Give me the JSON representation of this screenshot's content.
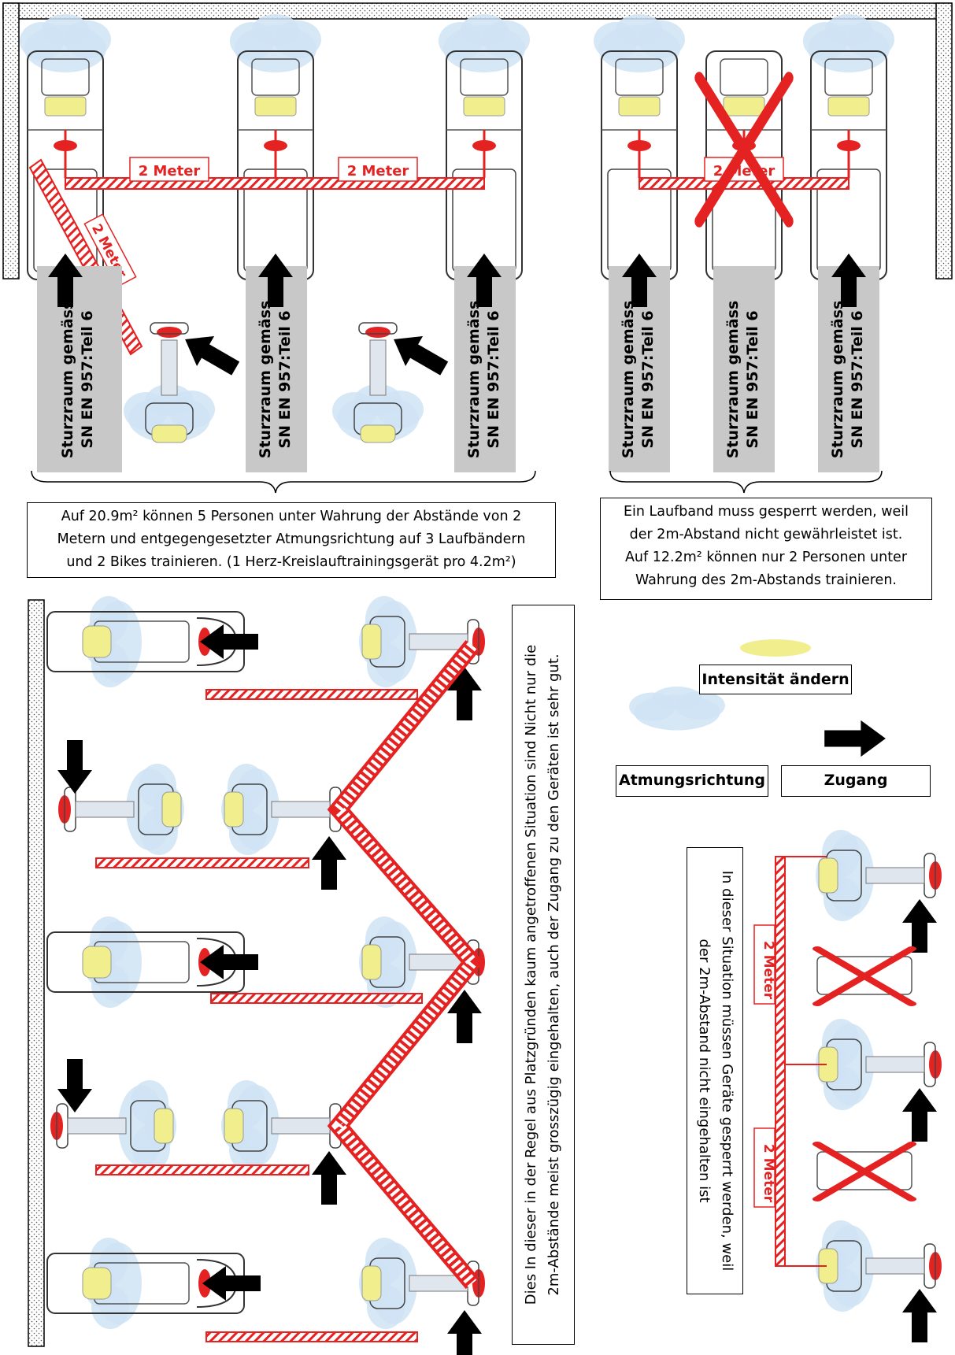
{
  "colors": {
    "red": "#e52222",
    "cloud": "#cfe3f5",
    "intensity": "#f1ee8e",
    "zone_gray": "#c8c8c8",
    "wall_dots": "#f2f2f2"
  },
  "meter_label": "2 Meter",
  "fall_zone": {
    "line1": "Sturzraum gemäss",
    "line2": "SN EN 957:Teil 6"
  },
  "top_left_note": {
    "line1": "Auf 20.9m² können 5 Personen unter Wahrung der Abstände von 2",
    "line2": "Metern und entgegengesetzter Atmungsrichtung auf 3 Laufbändern",
    "line3": "und 2 Bikes trainieren. (1 Herz-Kreislauftrainingsgerät pro 4.2m²)"
  },
  "top_right_note": {
    "line1": "Ein Laufband muss gesperrt werden, weil",
    "line2": "der 2m-Abstand nicht gewährleistet ist.",
    "line3": "Auf 12.2m² können nur 2 Personen unter",
    "line4": "Wahrung des 2m-Abstands trainieren."
  },
  "legend": {
    "intensity": "Intensität ändern",
    "breathing": "Atmungsrichtung",
    "access": "Zugang",
    "intensity_icon": "yellow-ellipse-icon",
    "breathing_icon": "cloud-icon",
    "access_icon": "arrow-right-icon"
  },
  "bottom_left_note": {
    "line1": "Dies In dieser in der Regel aus Platzgründen kaum angetroffenen Situation sind Nicht nur die",
    "line2": "2m-Abstände meist grosszügig eingehalten, auch der Zugang zu den Geräten ist sehr gut."
  },
  "bottom_right_note": {
    "line1": "In dieser Situation müssen Geräte gesperrt werden, weil",
    "line2": "der 2m-Abstand nicht eingehalten ist"
  }
}
